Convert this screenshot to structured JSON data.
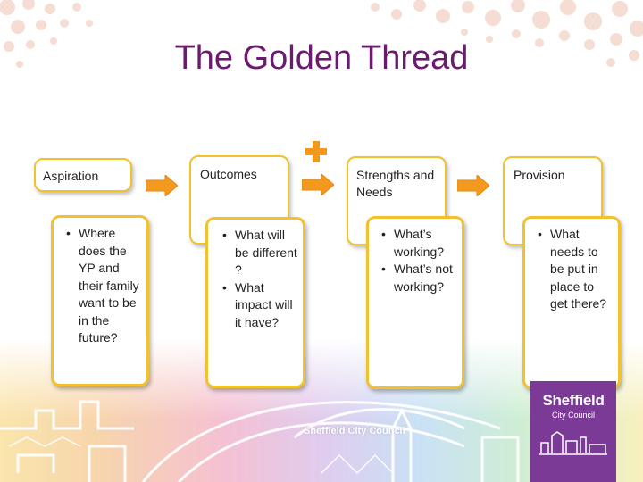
{
  "title": "The Golden Thread",
  "columns": [
    {
      "heading": "Aspiration",
      "bullets": [
        "Where does the YP and their family want to be in the future?"
      ]
    },
    {
      "heading": "Outcomes",
      "bullets": [
        "What will be different ?",
        "What impact will it have?"
      ]
    },
    {
      "heading": "Strengths and Needs",
      "bullets": [
        "What’s working?",
        "What’s not working?"
      ]
    },
    {
      "heading": "Provision",
      "bullets": [
        "What needs to be put in place to get there?"
      ]
    }
  ],
  "branding": {
    "name": "Sheffield",
    "subtitle": "City Council",
    "skyline_text": "Sheffield City Council"
  },
  "colors": {
    "title": "#6a1b6e",
    "card_border": "#f2c12e",
    "arrow": "#f39a1e",
    "brand_bg": "#7b3a96"
  },
  "icons": {
    "arrow": "right-arrow-icon",
    "plus": "plus-icon"
  }
}
